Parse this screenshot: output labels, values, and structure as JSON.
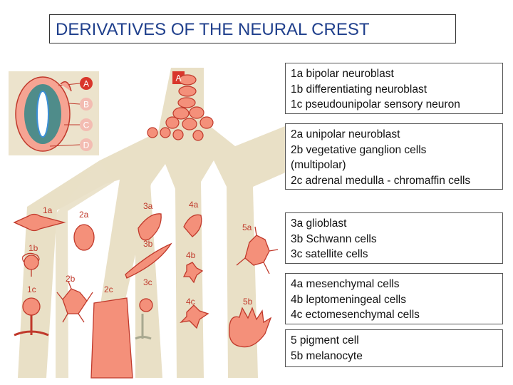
{
  "title": "DERIVATIVES OF THE NEURAL CREST",
  "inset_labels": [
    "A",
    "B",
    "C",
    "D"
  ],
  "trunk_label": "A",
  "cell_labels": {
    "l1a": "1a",
    "l1b": "1b",
    "l1c": "1c",
    "l2a": "2a",
    "l2b": "2b",
    "l2c": "2c",
    "l3a": "3a",
    "l3b": "3b",
    "l3c": "3c",
    "l4a": "4a",
    "l4b": "4b",
    "l4c": "4c",
    "l5a": "5a",
    "l5b": "5b"
  },
  "legend": [
    [
      "1a bipolar neuroblast",
      "1b differentiating neuroblast",
      "1c pseudounipolar sensory neuron"
    ],
    [
      "2a unipolar neuroblast",
      "2b vegetative ganglion cells",
      "(multipolar)",
      "2c adrenal medulla - chromaffin cells"
    ],
    [
      "3a glioblast",
      "3b Schwann cells",
      "3c satellite cells"
    ],
    [
      "4a mesenchymal cells",
      "4b leptomeningeal cells",
      "4c ectomesenchymal cells"
    ],
    [
      "5 pigment cell",
      "5b melanocyte"
    ]
  ],
  "colors": {
    "branch": "#e9e0c6",
    "cell_fill": "#f4907a",
    "cell_stroke": "#c0392b",
    "label": "#c0392b",
    "title": "#1f3f8c"
  }
}
